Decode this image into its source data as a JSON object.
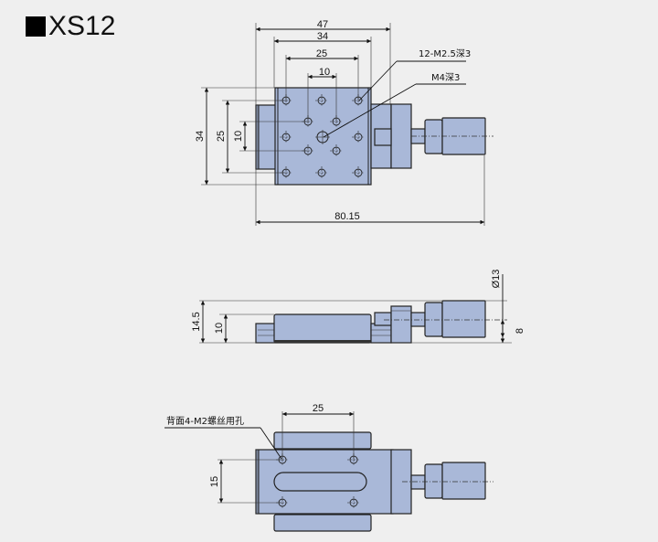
{
  "title": {
    "label": "XS12"
  },
  "top_view": {
    "dims": {
      "width_overall": "47",
      "width_top": "34",
      "hole_pitch": "25",
      "inner_pitch": "10",
      "height": "34",
      "height_pitch": "25",
      "height_inner": "10",
      "total_length": "80.15"
    },
    "notes": {
      "tapped_holes": "12-M2.5深3",
      "center_hole": "M4深3"
    }
  },
  "side_view": {
    "dims": {
      "total_height": "14.5",
      "stage_height": "10",
      "knob_dia": "Ø13",
      "axis_height": "8"
    }
  },
  "bottom_view": {
    "dims": {
      "hole_pitch_x": "25",
      "hole_pitch_y": "15"
    },
    "notes": {
      "back_holes": "背面4-M2螺丝用孔"
    }
  },
  "colors": {
    "background": "#efefef",
    "body": "#a9b8d8",
    "line": "#111111"
  }
}
